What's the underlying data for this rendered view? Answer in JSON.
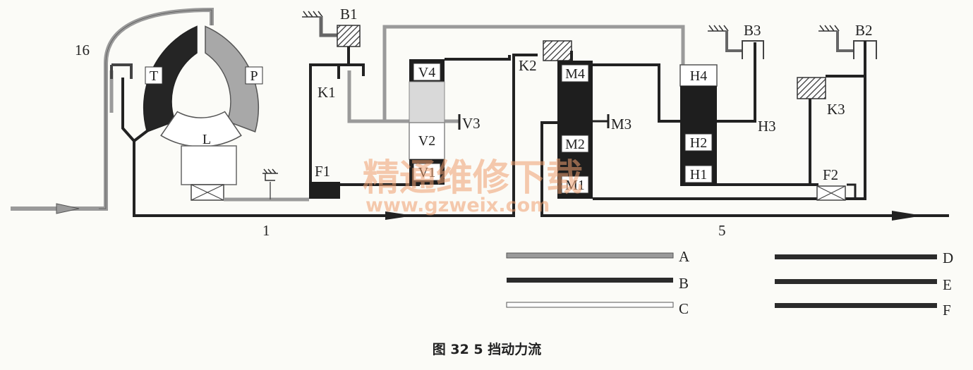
{
  "figure": {
    "caption": "图 32   5 挡动力流",
    "watermark": "精通维修下载",
    "watermark_url": "www.gzweix.com"
  },
  "converter": {
    "t": "T",
    "p": "P",
    "l": "L"
  },
  "labels": {
    "n16": "16",
    "n1": "1",
    "n5": "5",
    "b1": "B1",
    "b2": "B2",
    "b3": "B3",
    "k1": "K1",
    "k2": "K2",
    "k3": "K3",
    "f1": "F1",
    "f2": "F2",
    "v1": "V1",
    "v2": "V2",
    "v3": "V3",
    "v4": "V4",
    "m1": "M1",
    "m2": "M2",
    "m3": "M3",
    "m4": "M4",
    "h1": "H1",
    "h2": "H2",
    "h3": "H3",
    "h4": "H4"
  },
  "legend": [
    {
      "key": "A",
      "color": "#9a9a9a"
    },
    {
      "key": "B",
      "color": "#2b2b2b"
    },
    {
      "key": "C",
      "color": "#ffffff"
    },
    {
      "key": "D",
      "color": "#2b2b2b"
    },
    {
      "key": "E",
      "color": "#2b2b2b"
    },
    {
      "key": "F",
      "color": "#2b2b2b"
    }
  ],
  "colors": {
    "dark": "#2b2b2b",
    "gray": "#9a9a9a",
    "light": "#ffffff"
  }
}
